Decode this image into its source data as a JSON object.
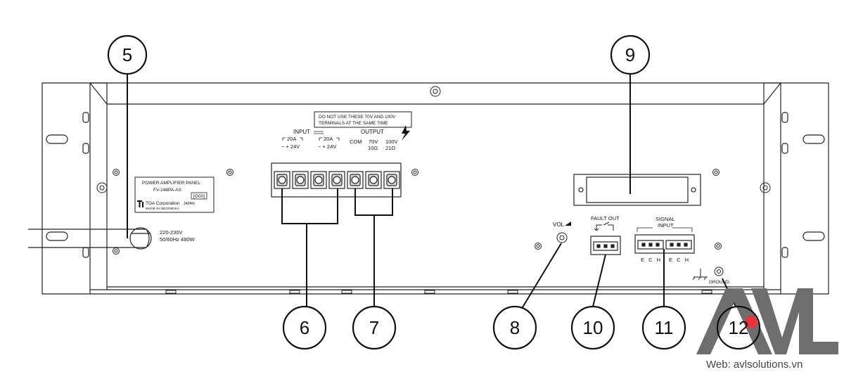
{
  "panel": {
    "warning_line1": "DO NOT USE THESE 70V AND 100V",
    "warning_line2": "TERMINALS AT THE SAME TIME",
    "input_label": "INPUT",
    "output_label": "OUTPUT",
    "fuse1": "20A",
    "fuse2": "20A",
    "input1_polarity": "−  + 24V",
    "input2_polarity": "−  + 24V",
    "out_com": "COM",
    "out_70v": "70V",
    "out_70v_imp": "10Ω",
    "out_100v": "100V",
    "out_100v_imp": "21Ω",
    "nameplate_line1": "POWER AMPLIFIER PANEL",
    "nameplate_model": "FV-248PA-AS",
    "nameplate_code": "[G00]",
    "nameplate_brand": "TOA Corporation",
    "nameplate_country": "JAPAN",
    "nameplate_made": "MADE IN INDONESIA",
    "power_line1": "220-230V",
    "power_line2": "50/60Hz 480W",
    "vol_label": "VOL",
    "fault_out_label": "FAULT OUT",
    "signal_label": "SIGNAL",
    "signal_input_label": "INPUT",
    "signal_pins1": "E C H",
    "signal_pins2": "E C H",
    "ground_label": "GROUND"
  },
  "callouts": [
    "5",
    "6",
    "7",
    "8",
    "9",
    "10",
    "11",
    "12"
  ],
  "watermark": {
    "logo_text": "AVL",
    "website": "Web: avlsolutions.vn",
    "accent_color": "#e8323c",
    "logo_color": "#6e6e6e"
  }
}
